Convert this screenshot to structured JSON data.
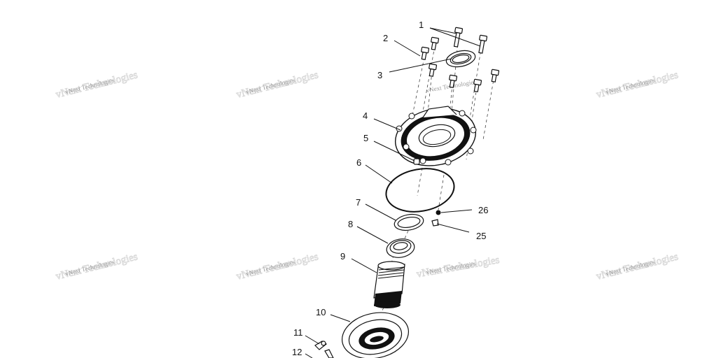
{
  "watermark_text": "vNext Technologies",
  "callouts": [
    {
      "id": "1",
      "label": "1"
    },
    {
      "id": "2",
      "label": "2"
    },
    {
      "id": "3",
      "label": "3"
    },
    {
      "id": "4",
      "label": "4"
    },
    {
      "id": "5",
      "label": "5"
    },
    {
      "id": "6",
      "label": "6"
    },
    {
      "id": "7",
      "label": "7"
    },
    {
      "id": "8",
      "label": "8"
    },
    {
      "id": "9",
      "label": "9"
    },
    {
      "id": "10",
      "label": "10"
    },
    {
      "id": "11",
      "label": "11"
    },
    {
      "id": "12",
      "label": "12"
    },
    {
      "id": "25",
      "label": "25"
    },
    {
      "id": "26",
      "label": "26"
    }
  ],
  "colors": {
    "ink": "#111111",
    "watermark": "#9a9a9a",
    "background": "#ffffff"
  }
}
